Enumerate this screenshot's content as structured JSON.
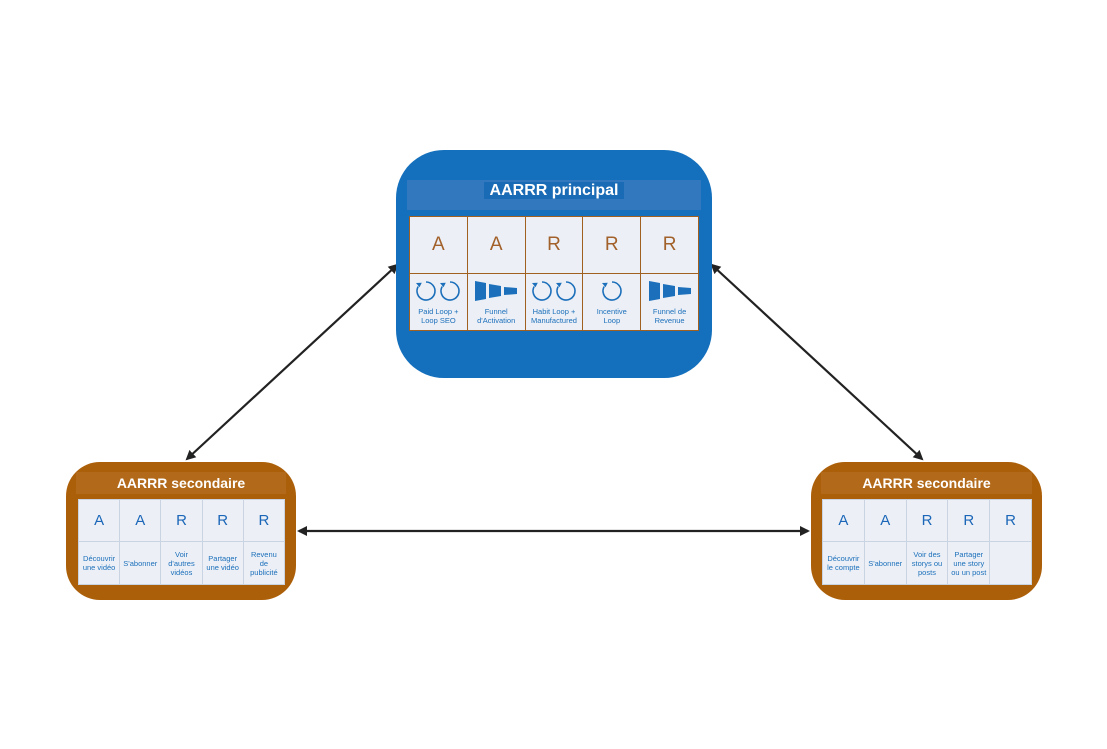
{
  "main": {
    "title": "AARRR principal",
    "letters": [
      "A",
      "A",
      "R",
      "R",
      "R"
    ],
    "labels": [
      "Paid Loop +\nLoop SEO",
      "Funnel\nd'Activation",
      "Habit Loop +\nManufactured",
      "Incentive\nLoop",
      "Funnel de\nRevenue"
    ],
    "icons": [
      "loop-icon loop-icon",
      "funnel-icon",
      "loop-icon loop-icon",
      "loop-icon",
      "funnel-icon"
    ]
  },
  "left": {
    "title": "AARRR secondaire",
    "letters": [
      "A",
      "A",
      "R",
      "R",
      "R"
    ],
    "labels": [
      "Découvrir\nune vidéo",
      "S'abonner",
      "Voir\nd'autres\nvidéos",
      "Partager\nune vidéo",
      "Revenu de\npublicité"
    ]
  },
  "right": {
    "title": "AARRR secondaire",
    "letters": [
      "A",
      "A",
      "R",
      "R",
      "R"
    ],
    "labels": [
      "Découvrir\nle compte",
      "S'abonner",
      "Voir des\nstorys ou\nposts",
      "Partager\nune story\nou un post",
      ""
    ]
  },
  "colors": {
    "main_panel": "#1470bd",
    "secondary_panel": "#ac5f09",
    "arrow": "#222222"
  }
}
